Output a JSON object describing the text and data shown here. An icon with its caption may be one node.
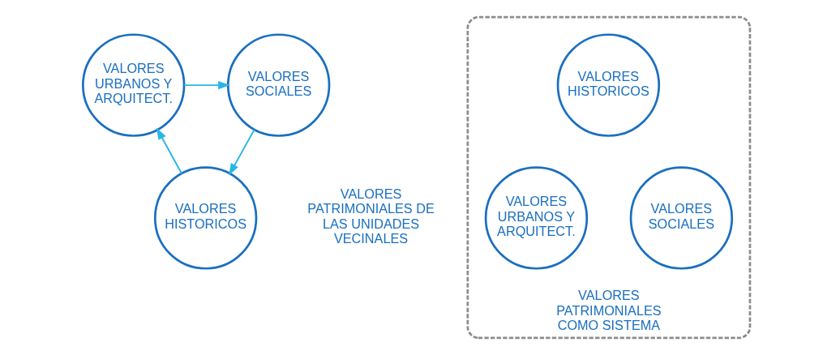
{
  "diagram": {
    "nodes": [
      {
        "text": [
          "VALORES HISTORICOS"
        ]
      },
      {
        "text": [
          "VALORES URBANOS Y ARQUITECT."
        ]
      },
      {
        "text": [
          "VALORES SOCIALES"
        ]
      },
      {
        "text": [
          "VALORES PATRIMONIALES COMO SISTEMA"
        ]
      },
      {
        "text": [
          "VALORES HISTORICOS"
        ],
        "in": 3
      },
      {
        "text": [
          "VALORES URBANOS Y ARQUITECT."
        ],
        "in": 3
      },
      {
        "text": [
          "VALORES SOCIALES"
        ],
        "in": 3
      }
    ],
    "edges": [
      {
        "from": 0,
        "to": 1,
        "arrow": "to"
      },
      {
        "from": 1,
        "to": 2,
        "arrow": "to"
      },
      {
        "from": 2,
        "to": 0,
        "arrow": "to"
      }
    ],
    "labels": [
      "VALORES PATRIMONIALES DE LAS UNIDADES VECINALES"
    ]
  }
}
